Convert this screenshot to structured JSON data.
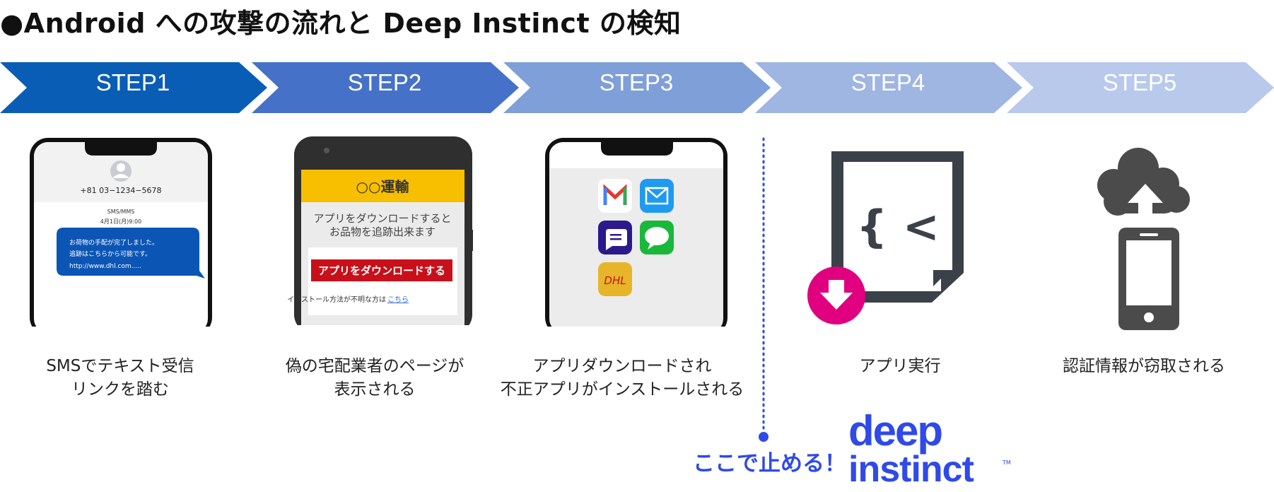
{
  "title": "●Android への攻撃の流れと Deep Instinct の検知",
  "colors": {
    "step1": "#0a5db5",
    "step2": "#4572c8",
    "step3": "#7f9fd8",
    "step4": "#9fb5e2",
    "step5": "#b8c9ec",
    "accent": "#2f4ae8"
  },
  "steps": [
    {
      "label": "STEP1",
      "caption_l1": "SMSでテキスト受信",
      "caption_l2": "リンクを踏む"
    },
    {
      "label": "STEP2",
      "caption_l1": "偽の宅配業者のページが",
      "caption_l2": "表示される"
    },
    {
      "label": "STEP3",
      "caption_l1": "アプリダウンロードされ",
      "caption_l2": "不正アプリがインストールされる"
    },
    {
      "label": "STEP4",
      "caption_l1": "アプリ実行",
      "caption_l2": ""
    },
    {
      "label": "STEP5",
      "caption_l1": "認証情報が窃取される",
      "caption_l2": ""
    }
  ],
  "sms": {
    "phone_number": "+81 03−1234−5678",
    "type": "SMS/MMS",
    "date": "4月1日(月)9:00",
    "msg_l1": "お荷物の手配が完了しました。",
    "msg_l2": "追跡はこちらから可能です。",
    "msg_l3": "http://www.dhl.com....."
  },
  "fake_page": {
    "header": "○○運輸",
    "body_l1": "アプリをダウンロードすると",
    "body_l2": "お品物を追跡出来ます",
    "button": "アプリをダウンロードする",
    "note": "インストール方法が不明な方は",
    "note_link": "こちら"
  },
  "apps": {
    "dhl_label": "DHL"
  },
  "code_icon": {
    "text": "{ <"
  },
  "stop_text": "ここで止める！",
  "logo": {
    "line1": "deep",
    "line2": "instinct",
    "tm": "TM"
  }
}
